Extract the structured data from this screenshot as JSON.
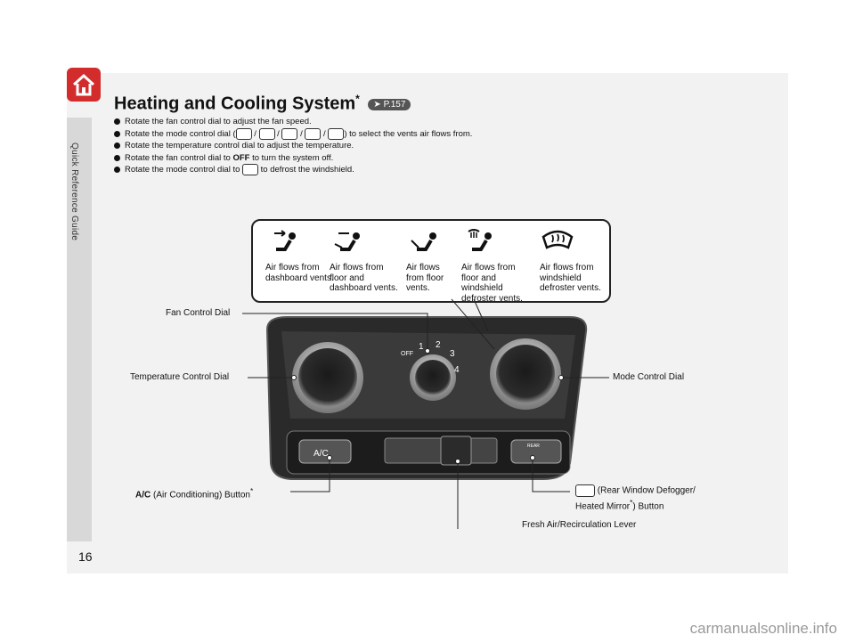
{
  "sidebar": {
    "label": "Quick Reference Guide"
  },
  "page_number": "16",
  "title": {
    "text": "Heating and Cooling System",
    "asterisk": "*",
    "ref": "P.157"
  },
  "bullets": [
    {
      "pre": "Rotate the fan control dial to adjust the fan speed.",
      "post": ""
    },
    {
      "pre": "Rotate the mode control dial (",
      "post": ") to select the vents air flows from."
    },
    {
      "pre": "Rotate the temperature control dial to adjust the temperature.",
      "post": ""
    },
    {
      "pre": "Rotate the fan control dial to ",
      "bold": "OFF",
      "post": " to turn the system off."
    },
    {
      "pre": "Rotate the mode control dial to ",
      "post": " to defrost the windshield."
    }
  ],
  "modes": [
    {
      "icon": "dash-vent-icon",
      "label": "Air flows from dashboard vents."
    },
    {
      "icon": "floor-dash-vent-icon",
      "label": "Air flows from floor and dashboard vents."
    },
    {
      "icon": "floor-vent-icon",
      "label": "Air flows from floor vents."
    },
    {
      "icon": "floor-defrost-icon",
      "label": "Air flows from floor and windshield defroster vents."
    },
    {
      "icon": "windshield-defrost-icon",
      "label": "Air flows from windshield defroster vents."
    }
  ],
  "callouts": {
    "fan": "Fan Control Dial",
    "temp": "Temperature Control Dial",
    "mode": "Mode Control Dial",
    "ac_bold": "A/C",
    "ac": " (Air Conditioning) Button",
    "ac_star": "*",
    "rear_line1": "(Rear Window Defogger/",
    "rear_line2a": "Heated Mirror",
    "rear_star": "*",
    "rear_line2b": ") Button",
    "fresh": "Fresh Air/Recirculation Lever"
  },
  "panel": {
    "off": "OFF",
    "speeds": [
      "1",
      "2",
      "3",
      "4"
    ],
    "ac_label": "A/C",
    "rear_label": "REAR"
  },
  "watermark": "carmanualsonline.info"
}
